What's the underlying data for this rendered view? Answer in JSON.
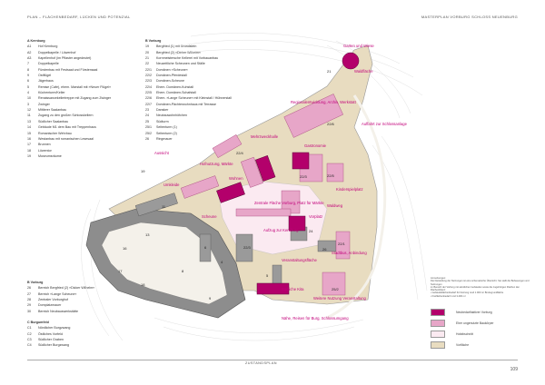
{
  "header": {
    "left": "PLAN – FLÄCHENBEDARF, LÜCKEN UND POTENZIAL",
    "right": "MASTERPLAN VORBURG SCHLOSS NEUENBURG"
  },
  "legend_a": {
    "title": "A   Kernburg",
    "items": [
      {
        "k": "A1",
        "v": "Hof Kernburg"
      },
      {
        "k": "A2",
        "v": "Doppelkapelle / Löwenhof"
      },
      {
        "k": "A3",
        "v": "Kapellenhof (im Pflaster angedeutet)"
      },
      {
        "k": "7",
        "v": "Doppelkapelle"
      },
      {
        "k": "8",
        "v": "Fürstenbau mit Festsaal und Fürstensaal"
      },
      {
        "k": "9",
        "v": "Ostflügel"
      },
      {
        "k": "6",
        "v": "Jägerhaus"
      },
      {
        "k": "5",
        "v": "Remise (Café), ehem. Marstall mit »Neuer Flügel«"
      },
      {
        "k": "4",
        "v": "Küchenturm/Keller"
      },
      {
        "k": "10",
        "v": "Renaissancekellertreppe mit Zugang zum Zwinger"
      },
      {
        "k": "3",
        "v": "Zwinger"
      },
      {
        "k": "12",
        "v": "Mittlerer Saalanbau"
      },
      {
        "k": "11",
        "v": "Zugang zu den großen Schlosskellern"
      },
      {
        "k": "13",
        "v": "Südlicher Saalanbau"
      },
      {
        "k": "14",
        "v": "Gebäude M1 dem Bau mit Treppenhaus"
      },
      {
        "k": "15",
        "v": "Romanischer Wehrbau"
      },
      {
        "k": "16",
        "v": "Westanbau mit romanischen Lesesaal"
      },
      {
        "k": "17",
        "v": "Brunnen"
      },
      {
        "k": "18",
        "v": "Löwentor"
      },
      {
        "k": "19",
        "v": "Museumsräume"
      }
    ]
  },
  "legend_b": {
    "title": "B   Vorburg",
    "items": [
      {
        "k": "19",
        "v": "Bergfried (1) mit Grundstein"
      },
      {
        "k": "20",
        "v": "Bergfried (2) »Dicker Wilhelm«"
      },
      {
        "k": "21",
        "v": "Kornmeistersche Kellerei mit Vorbauanbau"
      },
      {
        "k": "22",
        "v": "Neuzeitliche Scheunen und Ställe"
      },
      {
        "k": "22/1",
        "v": "Domänen »Scheune«"
      },
      {
        "k": "22/2",
        "v": "Domänen-Pferdestall"
      },
      {
        "k": "22/3",
        "v": "Domänen-Scheune"
      },
      {
        "k": "22/4",
        "v": "Ehem. Domänen-Kuhstall"
      },
      {
        "k": "22/5",
        "v": "Ehem. Domänen-Schafstall"
      },
      {
        "k": "22/6",
        "v": "Ehem. »Lange Scheune« mit Kleinstall / Hühnerstall"
      },
      {
        "k": "22/7",
        "v": "Domänen-Pächterwohnhaus mit Terrasse"
      },
      {
        "k": "23",
        "v": "Dansker"
      },
      {
        "k": "24",
        "v": "Neubauwohnhöfchen"
      },
      {
        "k": "25",
        "v": "Südturm"
      },
      {
        "k": "25/1",
        "v": "Seitenturm (1)"
      },
      {
        "k": "25/2",
        "v": "Seitenturm (2)"
      },
      {
        "k": "26",
        "v": "Ringmauer"
      }
    ]
  },
  "legend_c": {
    "title": "B   Vorburg",
    "items": [
      {
        "k": "26",
        "v": "Bereich Bergfried (2) »Dicker Wilhelm«"
      },
      {
        "k": "27",
        "v": "Bereich »Lange Scheune«"
      },
      {
        "k": "28",
        "v": "Zentraler Vorburghof"
      },
      {
        "k": "29",
        "v": "Domplatzmauer"
      },
      {
        "k": "30",
        "v": "Bereich Neubauswerkstätte"
      }
    ]
  },
  "legend_d": {
    "title": "C   Burgumfeld",
    "items": [
      {
        "k": "C1",
        "v": "Nördlicher Burgzwang"
      },
      {
        "k": "C2",
        "v": "Östliches Vorfeld"
      },
      {
        "k": "C3",
        "v": "Südlicher Graben"
      },
      {
        "k": "C4",
        "v": "Südlicher Burgzwang"
      }
    ]
  },
  "map_labels": {
    "garten": "Garten und Wiese",
    "waldflaeche": "Waldfläche",
    "regio": "Regionalentwicklung, Archiv, Werkstatt",
    "aufzuefahrt": "Auffahrt zur Schlossanlage",
    "mehrzweck": "Mehrzweckhalle",
    "hofnutzung": "Hofnutzung, Märkte",
    "gastronomie": "Gastronomie",
    "umkleide": "Umkleide",
    "zentrale": "Zentrale Fläche Vorburg, Platz für Märkte",
    "wohnen": "Wohnen",
    "aufzug": "Aufzug zur Kernburg",
    "stadtbus": "Stadtbus, Anbindung",
    "veranstaltung": "Veranstaltungsfläche",
    "kinder": "Kinderspielplatz",
    "vorplatz": "Vorplatz",
    "parkplatz": "Nähe, Reisen für Burg, Schlossumgang",
    "scheune": "Scheune",
    "aussicht": "Aussicht",
    "waldweg": "Waldweg",
    "kindergarten": "Südliche Kita",
    "weiteres": "Weitere Nutzung Veranstaltung"
  },
  "notes": [
    "Anmerkungen:",
    "Die Darstellung der Nutzungen ist eine schematische Übersicht. Sie stellt die Bebauungen und Nutzungen",
    "im Bereich der Vorburg mit sämtlichen Gebäuden sowie die zugehörigen Flächen dar.",
    "Flächenbilanz:",
    "• Gebäudeflächenbedarf für Nutzung rund 1.900 m² Bruttogrundfläche",
    "• Freiflächenbedarf rund 3.400 m²"
  ],
  "key": [
    {
      "label": "Neubedarf/aktiver Vorburg",
      "color": "#b3006b"
    },
    {
      "label": "Eher ungenutzte Baukörper",
      "color": "#e7a6c8"
    },
    {
      "label": "Hofabschnitt",
      "color": "#fbeaf1"
    },
    {
      "label": "Vorfläche",
      "color": "#e8dcc0"
    }
  ],
  "scale_label": "ZUSTANDSPLAN",
  "page_number": "109"
}
